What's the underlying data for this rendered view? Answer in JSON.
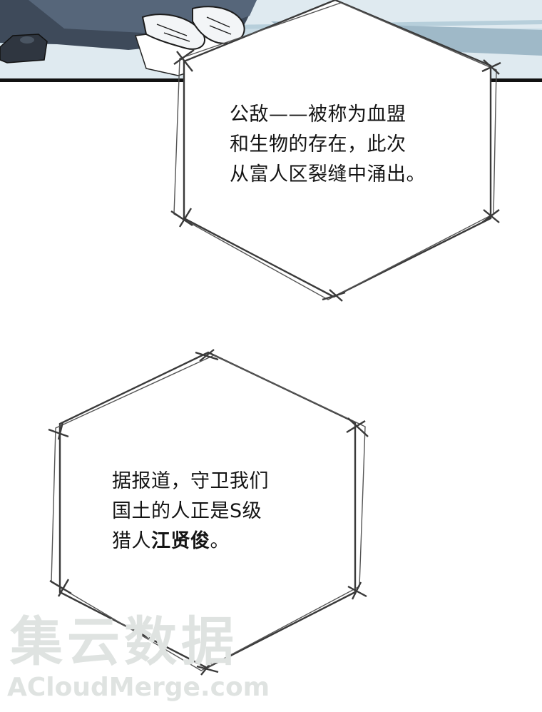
{
  "panel_top": {
    "background_color": "#d7e6ee",
    "desk_color": "#4b5a6c",
    "frame_line_color": "#111111"
  },
  "caption_1": {
    "lines": [
      "公敌——被称为血盟",
      "和生物的存在，此次",
      "从富人区裂缝中涌出。"
    ]
  },
  "caption_2": {
    "line_1": "据报道，守卫我们",
    "line_2": "国土的人正是S级",
    "line_3_prefix": "猎人",
    "line_3_name": "江贤俊",
    "line_3_suffix": "。"
  },
  "watermark": {
    "cjk": "集云数据",
    "latin": "ACloudMerge.com",
    "color": "#dfe3e1"
  }
}
